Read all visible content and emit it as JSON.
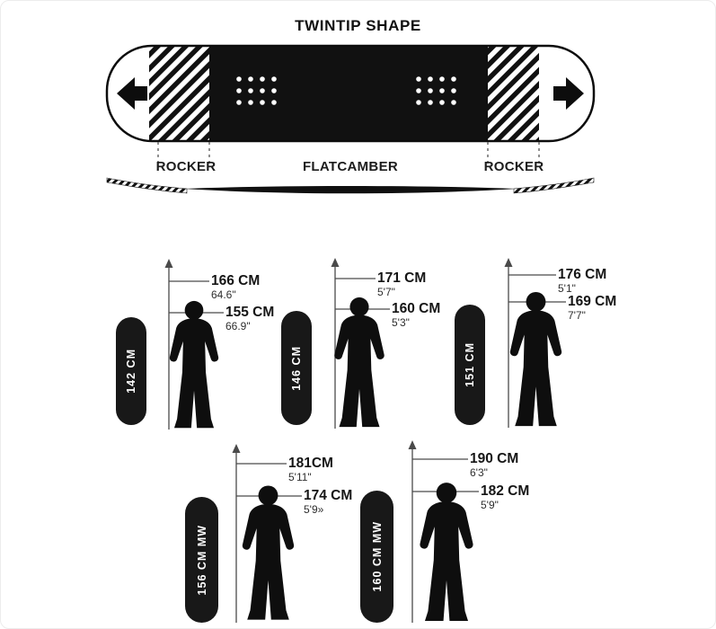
{
  "title": "TWINTIP SHAPE",
  "profile": {
    "zone_labels": [
      "ROCKER",
      "FLATCAMBER",
      "ROCKER"
    ]
  },
  "sizes": [
    {
      "board": "142 CM",
      "max_cm": "166 CM",
      "max_ft": "64.6\"",
      "min_cm": "155 CM",
      "min_ft": "66.9\""
    },
    {
      "board": "146 CM",
      "max_cm": "171 CM",
      "max_ft": "5'7\"",
      "min_cm": "160 CM",
      "min_ft": "5'3\""
    },
    {
      "board": "151 CM",
      "max_cm": "176 CM",
      "max_ft": "5'1\"",
      "min_cm": "169 CM",
      "min_ft": "7'7\""
    },
    {
      "board": "156 CM MW",
      "max_cm": "181CM",
      "max_ft": "5'11\"",
      "min_cm": "174 CM",
      "min_ft": "5'9»"
    },
    {
      "board": "160 CM MW",
      "max_cm": "190 CM",
      "max_ft": "6'3\"",
      "min_cm": "182 CM",
      "min_ft": "5'9\""
    }
  ]
}
